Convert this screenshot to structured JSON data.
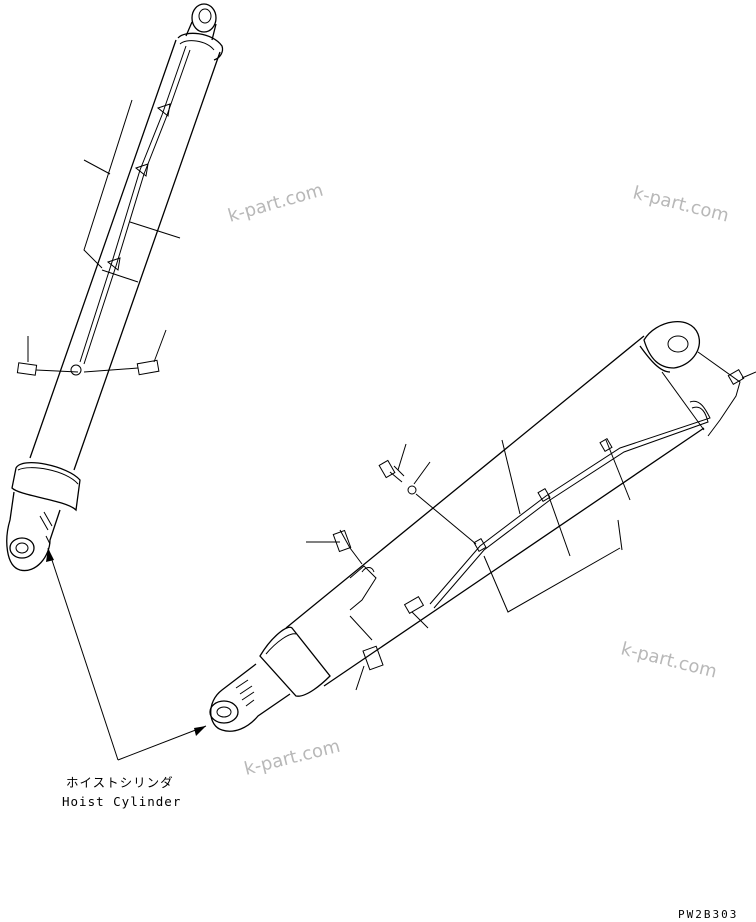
{
  "watermarks": [
    "k-part.com",
    "k-part.com",
    "k-part.com",
    "k-part.com"
  ],
  "label": {
    "japanese": "ホイストシリンダ",
    "english": "Hoist Cylinder"
  },
  "drawing_code": "PW2B303"
}
